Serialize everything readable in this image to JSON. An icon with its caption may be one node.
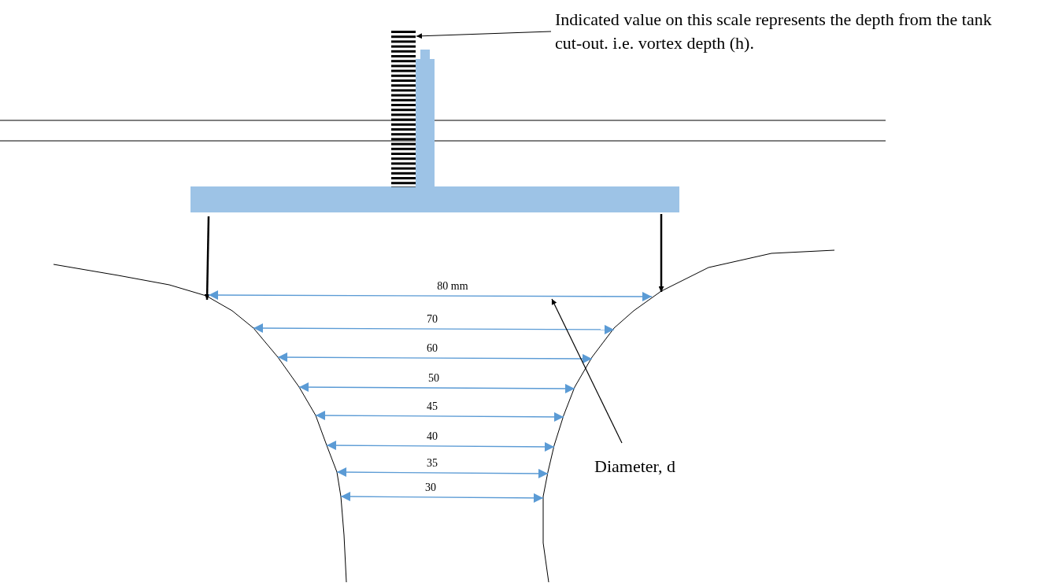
{
  "diagram": {
    "nodes": [
      {
        "text": [
          "Indicated value on this scale represents the depth from the tank cut-out. i.e. vortex depth (h)."
        ]
      },
      {
        "text": [],
        "shape": "bar"
      },
      {
        "text": [
          "Diameter, d"
        ]
      }
    ],
    "edges": [
      {
        "from": 0,
        "to": 1,
        "arrow": "to"
      },
      {
        "from": 2,
        "to": null,
        "arrow": "to"
      }
    ],
    "labels": [
      "80 mm",
      "70",
      "60",
      "50",
      "45",
      "40",
      "35",
      "30"
    ]
  }
}
